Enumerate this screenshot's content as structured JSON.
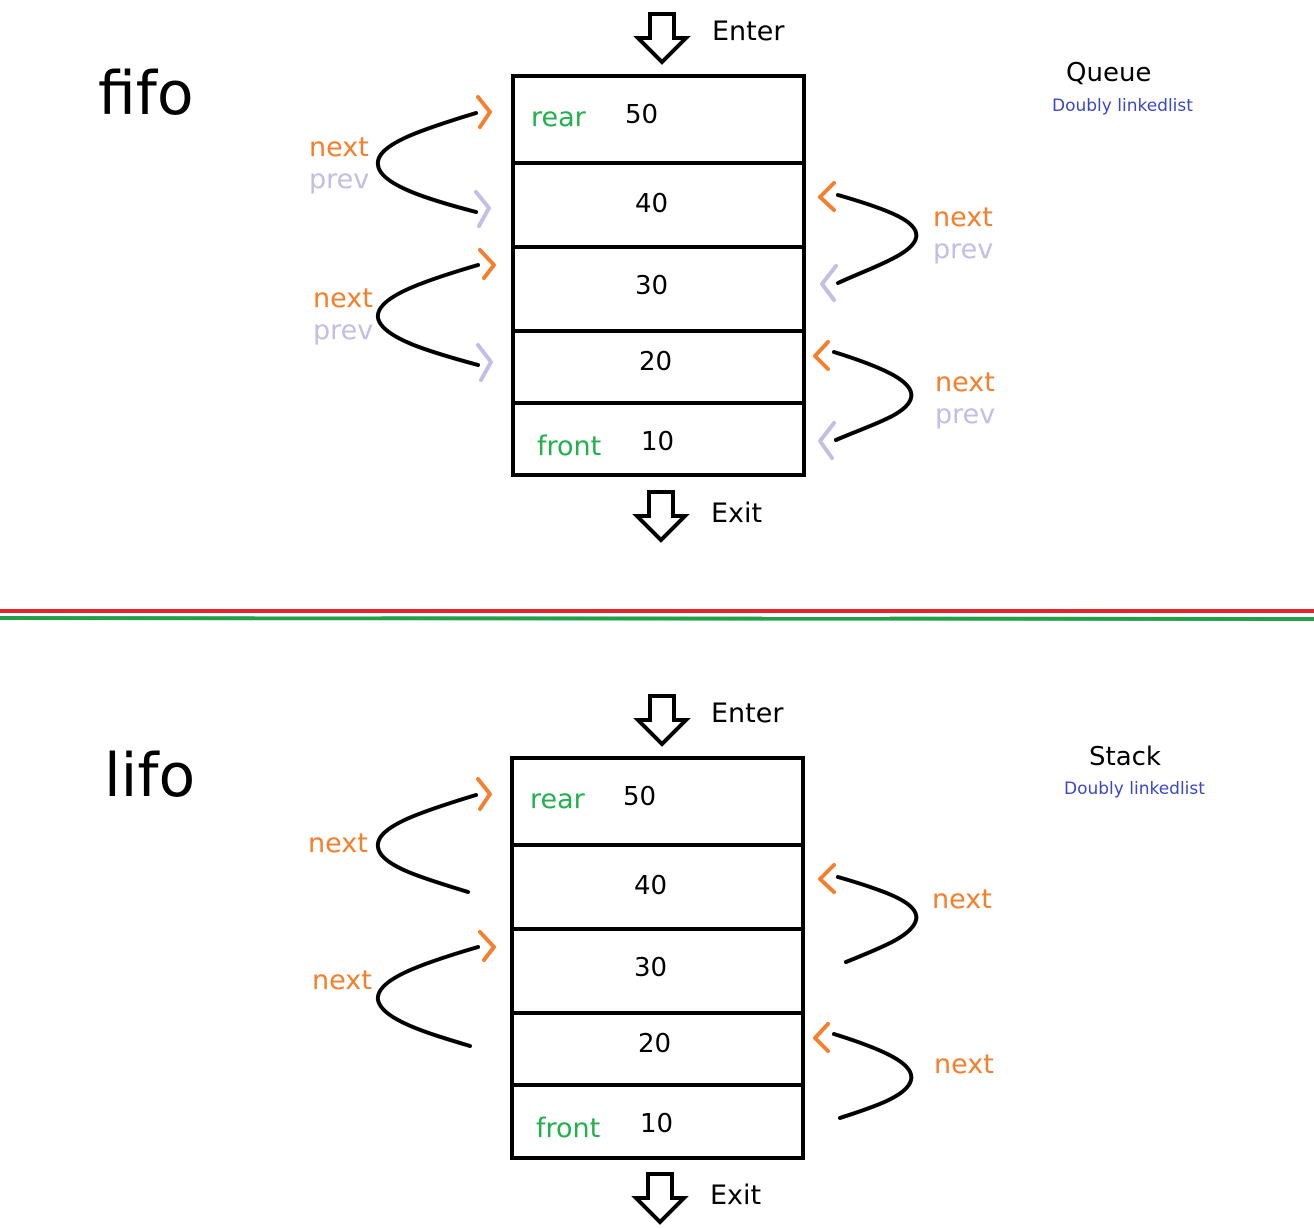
{
  "queue": {
    "title": "fifo",
    "ds_name": "Queue",
    "ds_sub": "Doubly linkedlist",
    "enter_label": "Enter",
    "exit_label": "Exit",
    "rear_label": "rear",
    "front_label": "front",
    "cells": [
      "50",
      "40",
      "30",
      "20",
      "10"
    ],
    "links": [
      {
        "next": "next",
        "prev": "prev"
      },
      {
        "next": "next",
        "prev": "prev"
      },
      {
        "next": "next",
        "prev": "prev"
      },
      {
        "next": "next",
        "prev": "prev"
      }
    ]
  },
  "stack": {
    "title": "lifo",
    "ds_name": "Stack",
    "ds_sub": "Doubly linkedlist",
    "enter_label": "Enter",
    "exit_label": "Exit",
    "rear_label": "rear",
    "front_label": "front",
    "cells": [
      "50",
      "40",
      "30",
      "20",
      "10"
    ],
    "links": [
      {
        "next": "next"
      },
      {
        "next": "next"
      },
      {
        "next": "next"
      },
      {
        "next": "next"
      }
    ]
  },
  "colors": {
    "divider_top": "#e8232b",
    "divider_bottom": "#22a049",
    "next": "#f47f2c",
    "prev": "#c4bde4",
    "green": "#22b14c",
    "blue": "#3b47c7"
  }
}
